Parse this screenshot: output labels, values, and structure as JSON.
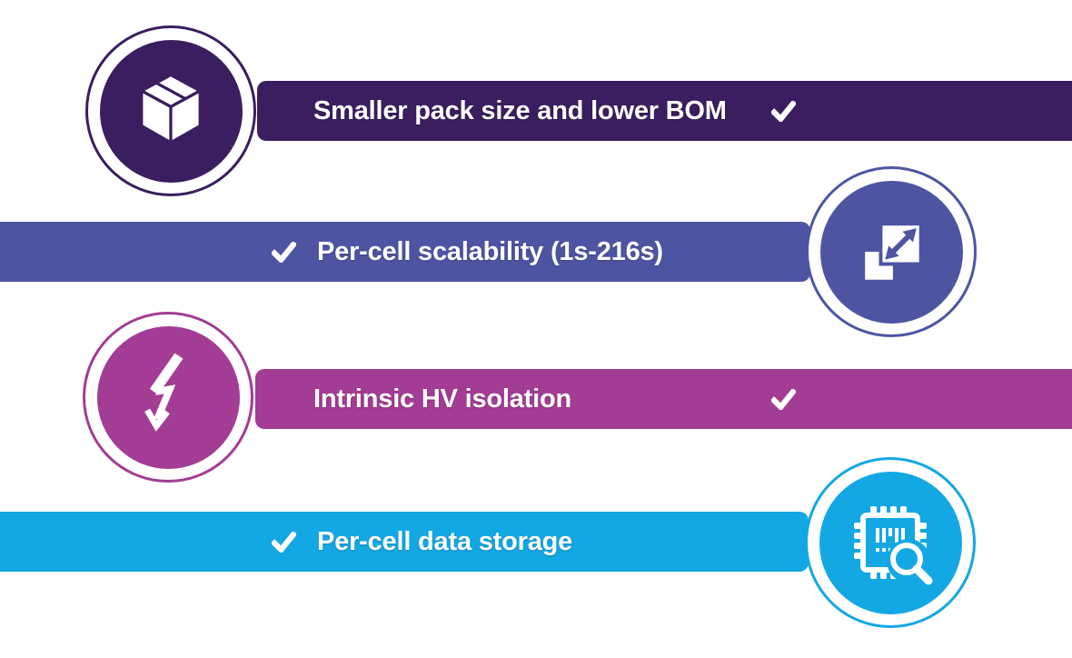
{
  "infographic": {
    "background_color": "#FFFFFF",
    "text_color": "#FFFFFF",
    "checkmark": {
      "icon": "check-icon",
      "color": "#FFFFFF"
    },
    "rows": [
      {
        "label": "Smaller pack size and lower BOM",
        "color": "#3A1E5F",
        "icon": "package-box-icon",
        "icon_side": "left",
        "check_side": "right-of-label"
      },
      {
        "label": "Per-cell scalability (1s-216s)",
        "color": "#4D55A3",
        "icon": "expand-scale-icon",
        "icon_side": "right",
        "check_side": "left-of-label"
      },
      {
        "label": "Intrinsic HV isolation",
        "color": "#A33C94",
        "icon": "lightning-bolt-icon",
        "icon_side": "left",
        "check_side": "right-of-label"
      },
      {
        "label": "Per-cell data storage",
        "color": "#13A7E4",
        "icon": "chip-magnifier-icon",
        "icon_side": "right",
        "check_side": "left-of-label"
      }
    ]
  }
}
